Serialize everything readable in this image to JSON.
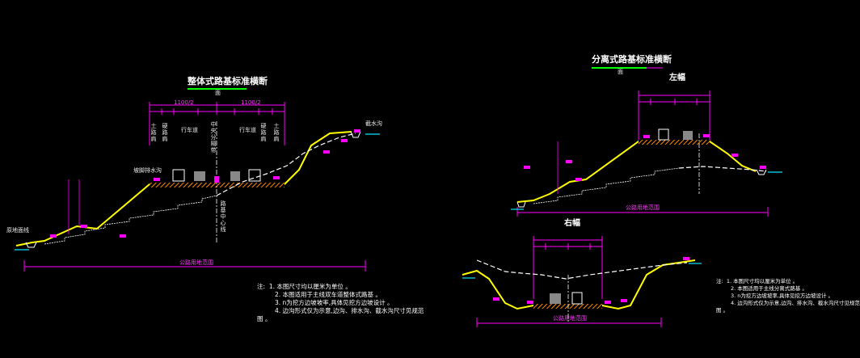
{
  "left_drawing": {
    "title": "整体式路基标准横断",
    "title_sub": "面",
    "width_dim_a": "1100/2",
    "width_dim_b": "1100/2",
    "left_labels": [
      "土路肩",
      "硬路肩",
      "行车道",
      "中央分隔带",
      "行车道",
      "硬路肩",
      "土路肩"
    ],
    "slope_note_left": "坡脚排水沟",
    "slope_note_right": "截水沟",
    "center_note": "路基中心线",
    "ground_note": "原地面线",
    "total_label": "公路用地范围"
  },
  "right_drawing": {
    "title": "分离式路基标准横断",
    "title_sub": "面",
    "left_half": "左幅",
    "right_half": "右幅",
    "total_label_top": "公路用地范围",
    "total_label_bottom": "公路用地范围"
  },
  "notes_left": {
    "prefix": "注:",
    "items": [
      "1. 本图尺寸均以厘米为单位 。",
      "2. 本图适用于主线双车道整体式路基 。",
      "3. n为挖方边坡坡率,具体见挖方边坡设计 。",
      "4. 边沟形式仅为示意,边沟、排水沟、截水沟尺寸见规范"
    ],
    "suffix": "图 。"
  },
  "notes_right": {
    "prefix": "注:",
    "items": [
      "1. 本图尺寸均以厘米为单位 。",
      "2. 本图适用于主线分离式路基 。",
      "3. n为挖方边坡坡率,具体见挖方边坡设计 。",
      "4. 边沟形式仅为示意,边沟、排水沟、截水沟尺寸见规范"
    ],
    "suffix": "图 。"
  },
  "colors": {
    "background": "#000000",
    "road_surface": "#ffff00",
    "dimension": "#ff00ff",
    "ground": "#ffffff",
    "pavement": "#ff8800",
    "water": "#00e5ff",
    "accent_green": "#00ff00"
  }
}
